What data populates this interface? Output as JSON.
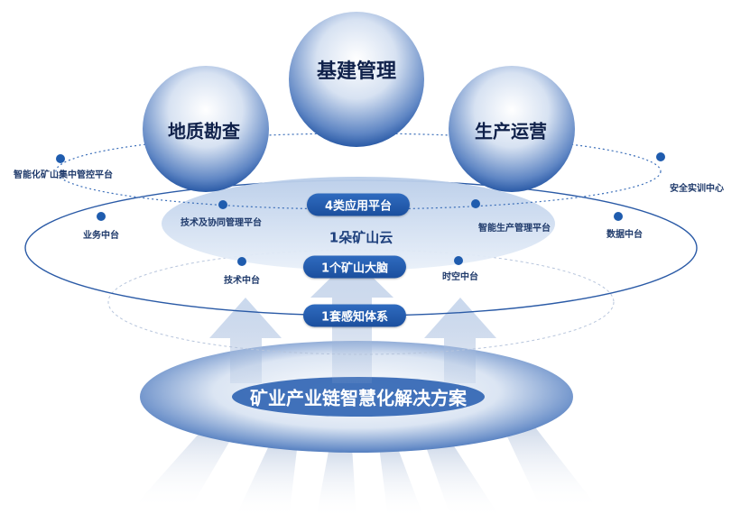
{
  "spheres": {
    "top": "基建管理",
    "left": "地质勘查",
    "right": "生产运营"
  },
  "pills": {
    "apps": "4类应用平台",
    "brain": "1个矿山大脑",
    "sensing": "1套感知体系"
  },
  "center_label": "1朵矿山云",
  "base_label": "矿业产业链智慧化解决方案",
  "nodes": {
    "mine_control": "智能化矿山集中管控平台",
    "safety_training": "安全实训中心",
    "tech_collab": "技术及协同管理平台",
    "smart_production": "智能生产管理平台",
    "business_center": "业务中台",
    "data_center": "数据中台",
    "tech_center": "技术中台",
    "spacetime_center": "时空中台"
  },
  "colors": {
    "primary": "#1b4f9e",
    "dot": "#1f5cae",
    "text": "#1f3a6b"
  }
}
